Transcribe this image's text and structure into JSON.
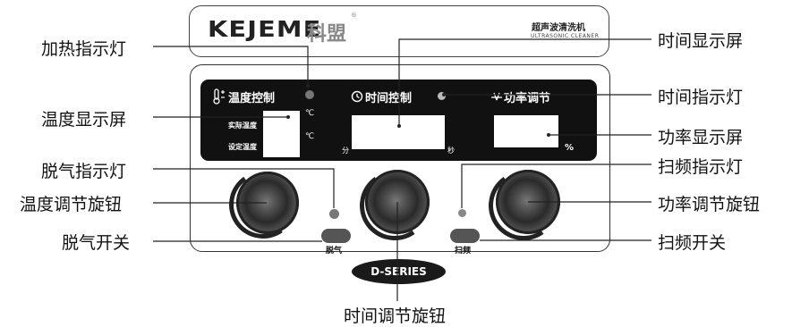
{
  "header": {
    "brand_en": "KEJEME",
    "brand_cn": "科盟",
    "reg_mark": "®",
    "product_cn": "超声波清洗机",
    "product_en": "ULTRASONIC CLEANER"
  },
  "panel": {
    "temp_control_label": "温度控制",
    "time_control_label": "时间控制",
    "power_control_label": "功率调节",
    "actual_temp_label": "实际温度",
    "set_temp_label": "设定温度",
    "celsius_unit": "℃",
    "minute_unit": "分",
    "second_unit": "秒",
    "percent_unit": "%",
    "degas_button_label": "脱气",
    "sweep_button_label": "扫频",
    "series_badge": "D-SERIES"
  },
  "callouts": {
    "heating_indicator": "加热指示灯",
    "temp_display": "温度显示屏",
    "degas_indicator": "脱气指示灯",
    "temp_knob": "温度调节旋钮",
    "degas_switch": "脱气开关",
    "time_display": "时间显示屏",
    "time_indicator": "时间指示灯",
    "power_display": "功率显示屏",
    "sweep_indicator": "扫频指示灯",
    "power_knob": "功率调节旋钮",
    "sweep_switch": "扫频开关",
    "time_knob": "时间调节旋钮"
  },
  "colors": {
    "panel_black": "#111111",
    "lcd_white": "#ffffff",
    "knob_dark": "#1e1e1e",
    "indicator_gray": "#777777"
  }
}
